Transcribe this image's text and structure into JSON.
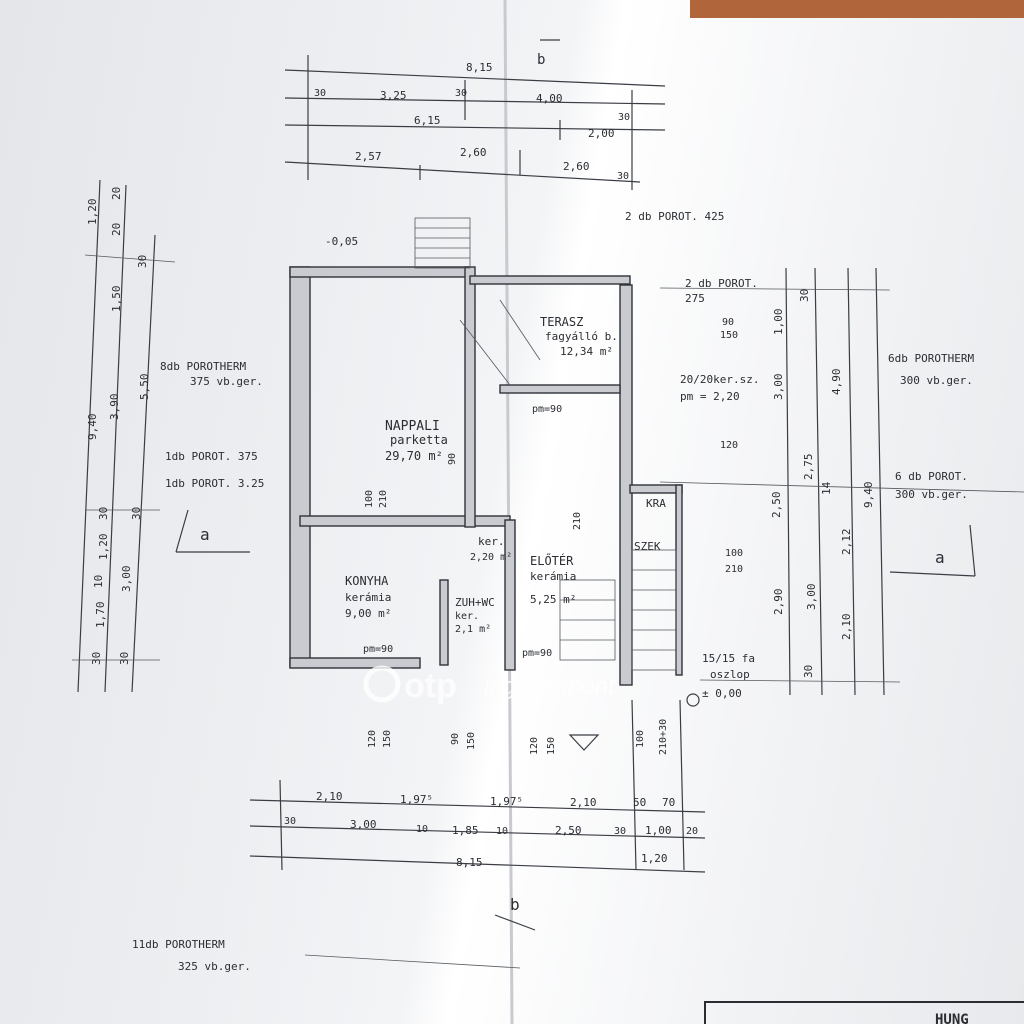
{
  "rooms": {
    "terasz": [
      "TERASZ",
      "fagyálló b.",
      "12,34 m²"
    ],
    "nappali": [
      "NAPPALI",
      "parketta",
      "29,70 m²"
    ],
    "konyha": [
      "KONYHA",
      "kerámia",
      "9,00 m²"
    ],
    "eloter": [
      "ELŐTÉR",
      "kerámia",
      "5,25 m²"
    ],
    "zuh": [
      "ZUH+WC",
      "ker.",
      "2,1 m²"
    ],
    "ker": [
      "ker.",
      "2,20 m²"
    ],
    "kra": "KRA",
    "szek": "SZEK"
  },
  "labels": {
    "porot_8db": [
      "8db POROTHERM",
      "375 vb.ger."
    ],
    "porot_1db_a": "1db POROT. 375",
    "porot_1db_b": "1db POROT. 3.25",
    "porot_2db_a": "2 db POROT. 425",
    "porot_2db_b": [
      "2 db POROT.",
      "275"
    ],
    "porot_6db_a": [
      "6db POROTHERM",
      "300 vb.ger."
    ],
    "porot_6db_b": [
      "6 db POROT.",
      "300 vb.ger."
    ],
    "porot_11db": [
      "11db POROTHERM",
      "325 vb.ger."
    ],
    "ker_sz": "20/20ker.sz.",
    "pm_220": "pm = 2,20",
    "oszlop": [
      "15/15 fa",
      "oszlop"
    ],
    "zero": "± 0,00",
    "minus": "-0,05",
    "pm90": "pm=90",
    "title_fragment": "HUNG"
  },
  "section_marks": [
    "a",
    "a",
    "b",
    "b"
  ],
  "dimensions": {
    "top_rows": [
      [
        "8,15"
      ],
      [
        "30",
        "3,25",
        "30",
        "4,00",
        "30"
      ],
      [
        "6,15",
        "2,00"
      ],
      [
        "2,57",
        "2,60",
        "2,60",
        "30"
      ]
    ],
    "bottom_rows": [
      [
        "2,10",
        "1,97⁵",
        "1,97⁵",
        "2,10",
        "50",
        "70"
      ],
      [
        "30",
        "3,00",
        "10",
        "1,85",
        "10",
        "2,50",
        "30",
        "1,00",
        "20"
      ],
      [
        "8,15",
        "1,20"
      ]
    ],
    "left_outer": [
      "9,40",
      "3,90",
      "1,50",
      "1,20",
      "20",
      "20",
      "30",
      "1,20",
      "10",
      "1,70",
      "30"
    ],
    "left_inner": [
      "5,50",
      "30",
      "30",
      "3,00",
      "30"
    ],
    "right_cols": [
      "30",
      "1,00",
      "3,00",
      "2,75",
      "2,50",
      "2,90",
      "4,90",
      "9,40",
      "2,12",
      "14",
      "3,00",
      "2,10",
      "30"
    ],
    "openings": [
      "120",
      "150",
      "90",
      "150",
      "120",
      "150",
      "100",
      "210",
      "210+30",
      "100",
      "90",
      "150",
      "210",
      "120",
      "90",
      "100",
      "210"
    ]
  },
  "watermark": {
    "brand": "otp",
    "product": "ingatlanpont"
  }
}
